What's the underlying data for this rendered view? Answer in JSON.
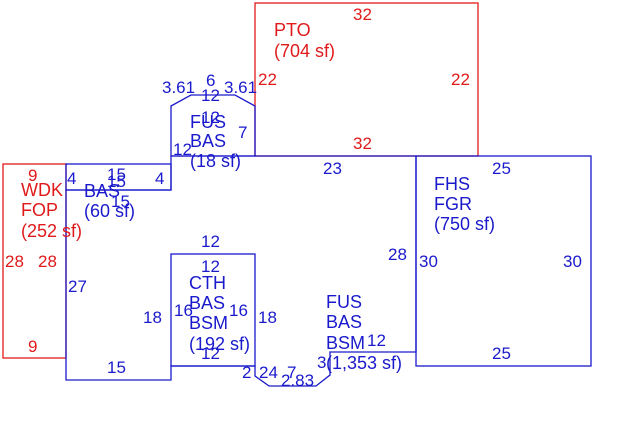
{
  "colors": {
    "primary": "#1a1acc",
    "accent": "#e01a1a",
    "background": "#ffffff"
  },
  "areas": {
    "pto": {
      "code": "PTO",
      "area": "(704 sf)",
      "top": "32",
      "bottom": "32",
      "left": "22",
      "right": "22"
    },
    "fus_upper": {
      "code1": "FUS",
      "code2": "BAS",
      "area": "(18 sf)",
      "top_a": "3.61",
      "top_b": "6",
      "top_c": "3.61",
      "inner": "12",
      "inner2": "12",
      "left": "12",
      "right": "7"
    },
    "wdk": {
      "code1": "WDK",
      "code2": "FOP",
      "area": "(252 sf)",
      "top": "9",
      "bottom": "9",
      "left": "28",
      "right": "28"
    },
    "bas_small": {
      "code": "BAS",
      "area": "(60 sf)",
      "left": "4",
      "right": "4",
      "top": "15",
      "mid": "15",
      "mid2": "15"
    },
    "fhs": {
      "code1": "FHS",
      "code2": "FGR",
      "area": "(750 sf)",
      "top": "25",
      "bottom": "25",
      "left": "30",
      "right": "30"
    },
    "cth": {
      "code1": "CTH",
      "code2": "BAS",
      "code3": "BSM",
      "area": "(192 sf)",
      "top": "12",
      "top2": "12",
      "bottom": "12",
      "left": "16",
      "right": "16"
    },
    "fus_main": {
      "code1": "FUS",
      "code2": "BAS",
      "code3": "BSM",
      "area": "(1,353 sf)",
      "top": "23",
      "right": "28",
      "left_outer": "27",
      "bottom_left": "15",
      "left_inner": "18",
      "right_inner": "18",
      "seg_a": "2",
      "seg_b": "24",
      "seg_c": "7",
      "seg_d": "2.83",
      "seg_e": "3",
      "seg_f": "12"
    }
  }
}
